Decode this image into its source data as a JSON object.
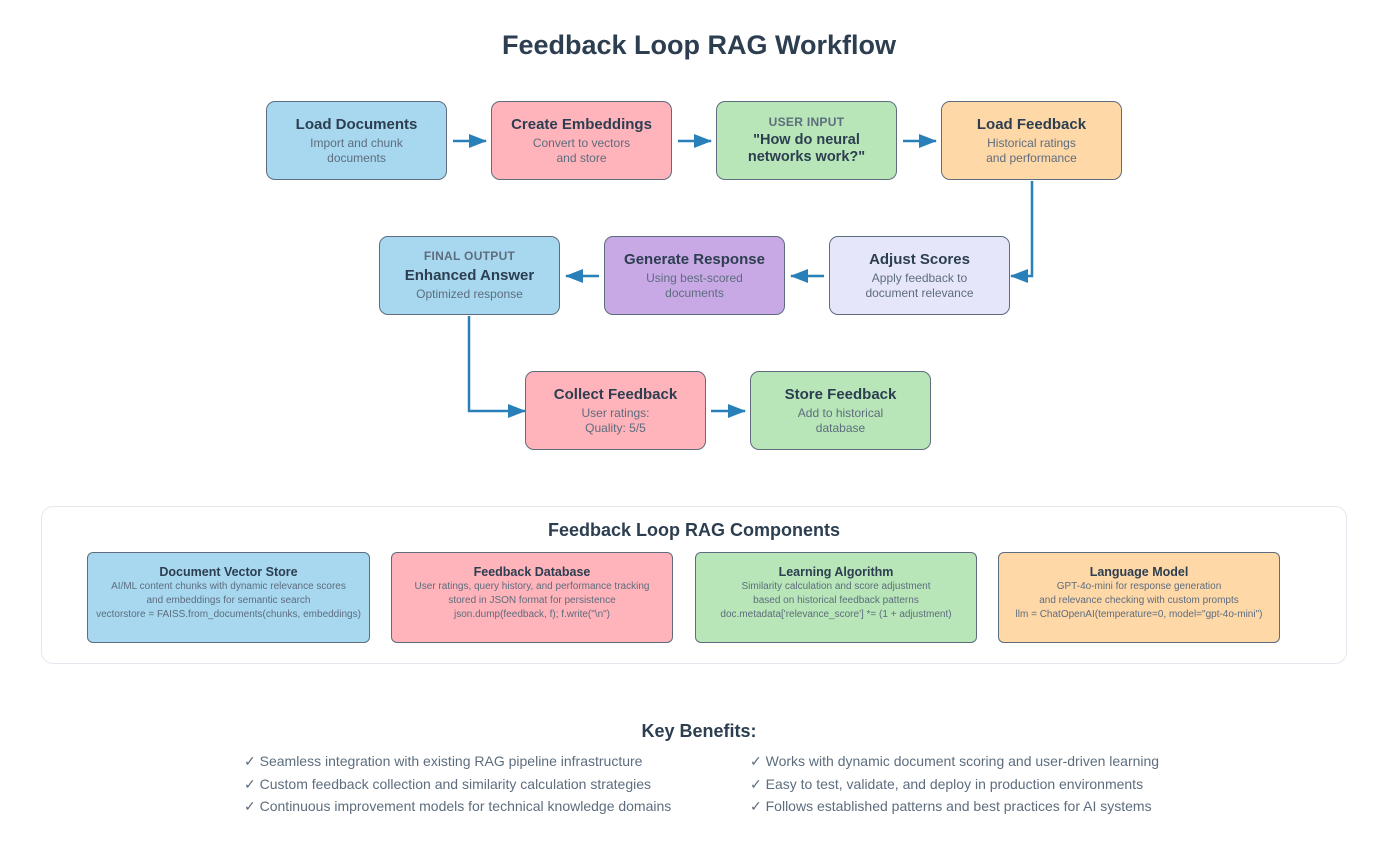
{
  "title": "Feedback Loop RAG Workflow",
  "colors": {
    "blue": "#a8d8ef",
    "pink": "#ffb3ba",
    "green": "#b8e6b8",
    "orange": "#ffd8a8",
    "purple": "#c9a8e6",
    "lavender": "#e6e6fa",
    "arrow": "#2980b9",
    "border": "#5d6d7e",
    "text_dark": "#2c3e50",
    "text_muted": "#5d6d7e"
  },
  "workflow": {
    "load_documents": {
      "title": "Load Documents",
      "line1": "Import and chunk",
      "line2": "documents"
    },
    "create_embeddings": {
      "title": "Create Embeddings",
      "line1": "Convert to vectors",
      "line2": "and store"
    },
    "user_input": {
      "kicker": "USER INPUT",
      "line1": "\"How do neural",
      "line2": "networks work?\""
    },
    "load_feedback": {
      "title": "Load Feedback",
      "line1": "Historical ratings",
      "line2": "and performance"
    },
    "adjust_scores": {
      "title": "Adjust Scores",
      "line1": "Apply feedback to",
      "line2": "document relevance"
    },
    "generate_response": {
      "title": "Generate Response",
      "line1": "Using best-scored",
      "line2": "documents"
    },
    "final_output": {
      "kicker": "FINAL OUTPUT",
      "title": "Enhanced Answer",
      "line1": "Optimized response"
    },
    "collect_feedback": {
      "title": "Collect Feedback",
      "line1": "User ratings:",
      "line2": "Quality: 5/5"
    },
    "store_feedback": {
      "title": "Store Feedback",
      "line1": "Add to historical",
      "line2": "database"
    }
  },
  "components": {
    "title": "Feedback Loop RAG Components",
    "items": [
      {
        "title": "Document Vector Store",
        "lines": [
          "AI/ML content chunks with dynamic relevance scores",
          "and embeddings for semantic search",
          "vectorstore = FAISS.from_documents(chunks, embeddings)"
        ]
      },
      {
        "title": "Feedback Database",
        "lines": [
          "User ratings, query history, and performance tracking",
          "stored in JSON format for persistence",
          "json.dump(feedback, f); f.write(\"\\n\")"
        ]
      },
      {
        "title": "Learning Algorithm",
        "lines": [
          "Similarity calculation and score adjustment",
          "based on historical feedback patterns",
          "doc.metadata['relevance_score'] *= (1 + adjustment)"
        ]
      },
      {
        "title": "Language Model",
        "lines": [
          "GPT-4o-mini for response generation",
          "and relevance checking with custom prompts",
          "llm = ChatOpenAI(temperature=0, model=\"gpt-4o-mini\")"
        ]
      }
    ]
  },
  "benefits": {
    "title": "Key Benefits:",
    "left": [
      "✓ Seamless integration with existing RAG pipeline infrastructure",
      "✓ Custom feedback collection and similarity calculation strategies",
      "✓ Continuous improvement models for technical knowledge domains"
    ],
    "right": [
      "✓ Works with dynamic document scoring and user-driven learning",
      "✓ Easy to test, validate, and deploy in production environments",
      "✓ Follows established patterns and best practices for AI systems"
    ]
  }
}
